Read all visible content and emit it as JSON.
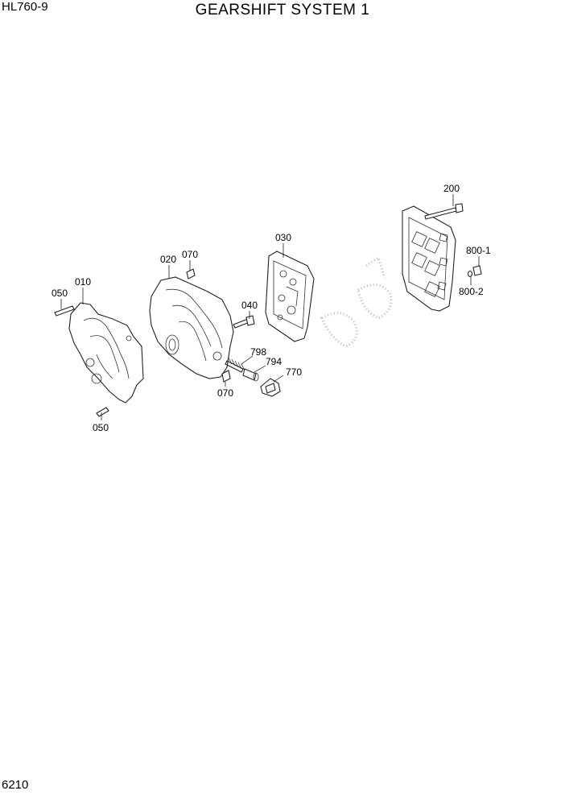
{
  "header": {
    "model": "HL760-9",
    "title": "GEARSHIFT SYSTEM 1"
  },
  "footer": {
    "page_number": "6210"
  },
  "callouts": {
    "c050a": "050",
    "c010": "010",
    "c020": "020",
    "c070a": "070",
    "c030": "030",
    "c040": "040",
    "c798": "798",
    "c794": "794",
    "c770": "770",
    "c070b": "070",
    "c050b": "050",
    "c200": "200",
    "c8001": "800-1",
    "c8002": "800-2"
  }
}
